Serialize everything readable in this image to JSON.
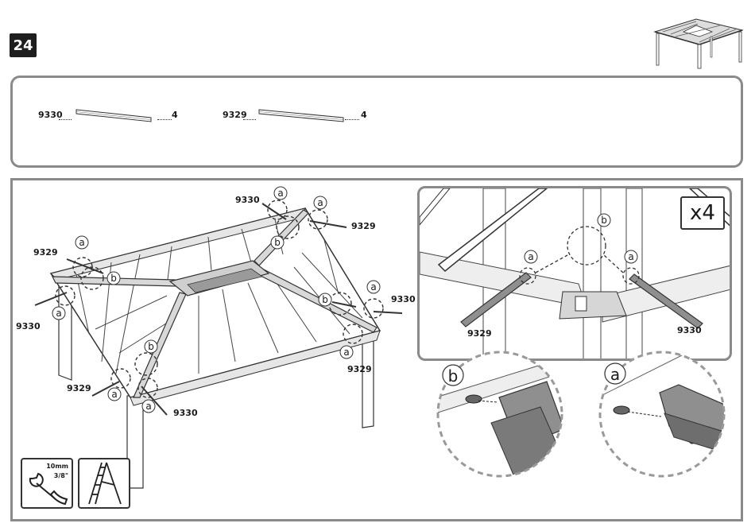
{
  "step_number": "24",
  "parts": [
    {
      "code": "9330",
      "qty": "4"
    },
    {
      "code": "9329",
      "qty": "4"
    }
  ],
  "callouts": {
    "label_9330": "9330",
    "label_9329": "9329",
    "letter_a": "a",
    "letter_b": "b"
  },
  "detail": {
    "multiplier": "x4",
    "left_part": "9329",
    "right_part": "9330",
    "letter_a": "a",
    "letter_b": "b"
  },
  "zoom_b_letter": "b",
  "zoom_a_letter": "a",
  "tools": {
    "wrench_size_mm": "10",
    "wrench_unit": "mm",
    "wrench_size_in": "3/8\""
  },
  "icons": [
    "gazebo-thumbnail-icon",
    "wrench-icon",
    "ladder-icon"
  ],
  "colors": {
    "frame_border": "#8a8a8a",
    "badge_bg": "#1e1e1e",
    "beam_fill": "#8f8f8f"
  }
}
